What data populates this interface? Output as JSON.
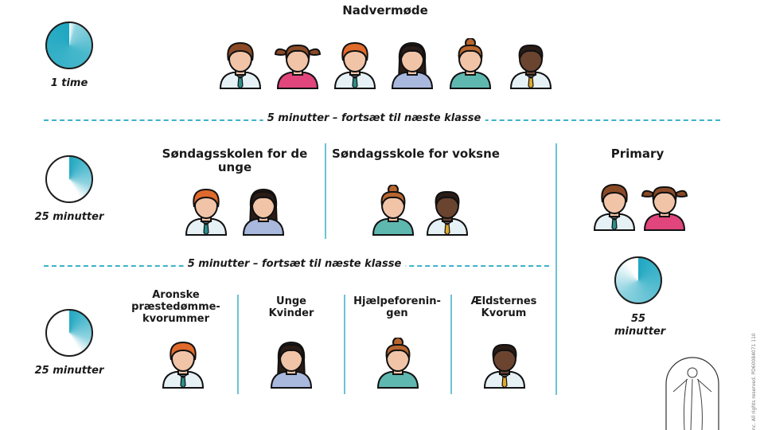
{
  "sacrament": {
    "title": "Nadvermøde",
    "duration": "1 time",
    "clock_fraction": 1.0,
    "people": [
      "boy-brown",
      "girl-pink",
      "boy-ginger",
      "girl-longhair",
      "woman-bun",
      "man-dark"
    ]
  },
  "transition_1": "5 minutter – fortsæt til næste klasse",
  "second_hour": {
    "duration": "25 minutter",
    "clock_fraction": 0.4167,
    "youth_sunday_school": {
      "title": "Søndagsskolen for de unge",
      "people": [
        "boy-ginger",
        "girl-longhair"
      ]
    },
    "adult_sunday_school": {
      "title": "Søndagsskole for voksne",
      "people": [
        "woman-bun",
        "man-dark"
      ]
    }
  },
  "primary": {
    "title": "Primary",
    "duration": "55 minutter",
    "clock_fraction": 0.9167,
    "people": [
      "boy-brown",
      "girl-pink"
    ]
  },
  "transition_2": "5 minutter – fortsæt til næste klasse",
  "third_hour": {
    "duration": "25 minutter",
    "clock_fraction": 0.4167,
    "groups": [
      {
        "title": "Aronske præstedømme-kvorummer",
        "person": "boy-ginger"
      },
      {
        "title": "Unge Kvinder",
        "person": "girl-longhair"
      },
      {
        "title": "Hjælpeforenin-gen",
        "person": "woman-bun"
      },
      {
        "title": "Ældsternes Kvorum",
        "person": "man-dark"
      }
    ]
  },
  "legal": "nc. All rights reserved. PD60084071 110",
  "colors": {
    "accent": "#3bb3c8",
    "clock": "#1fa7c1",
    "pink": "#e0457b",
    "shirt": "#e6f1f6",
    "teal": "#5fb8b0",
    "lavender": "#a9b8dd"
  }
}
